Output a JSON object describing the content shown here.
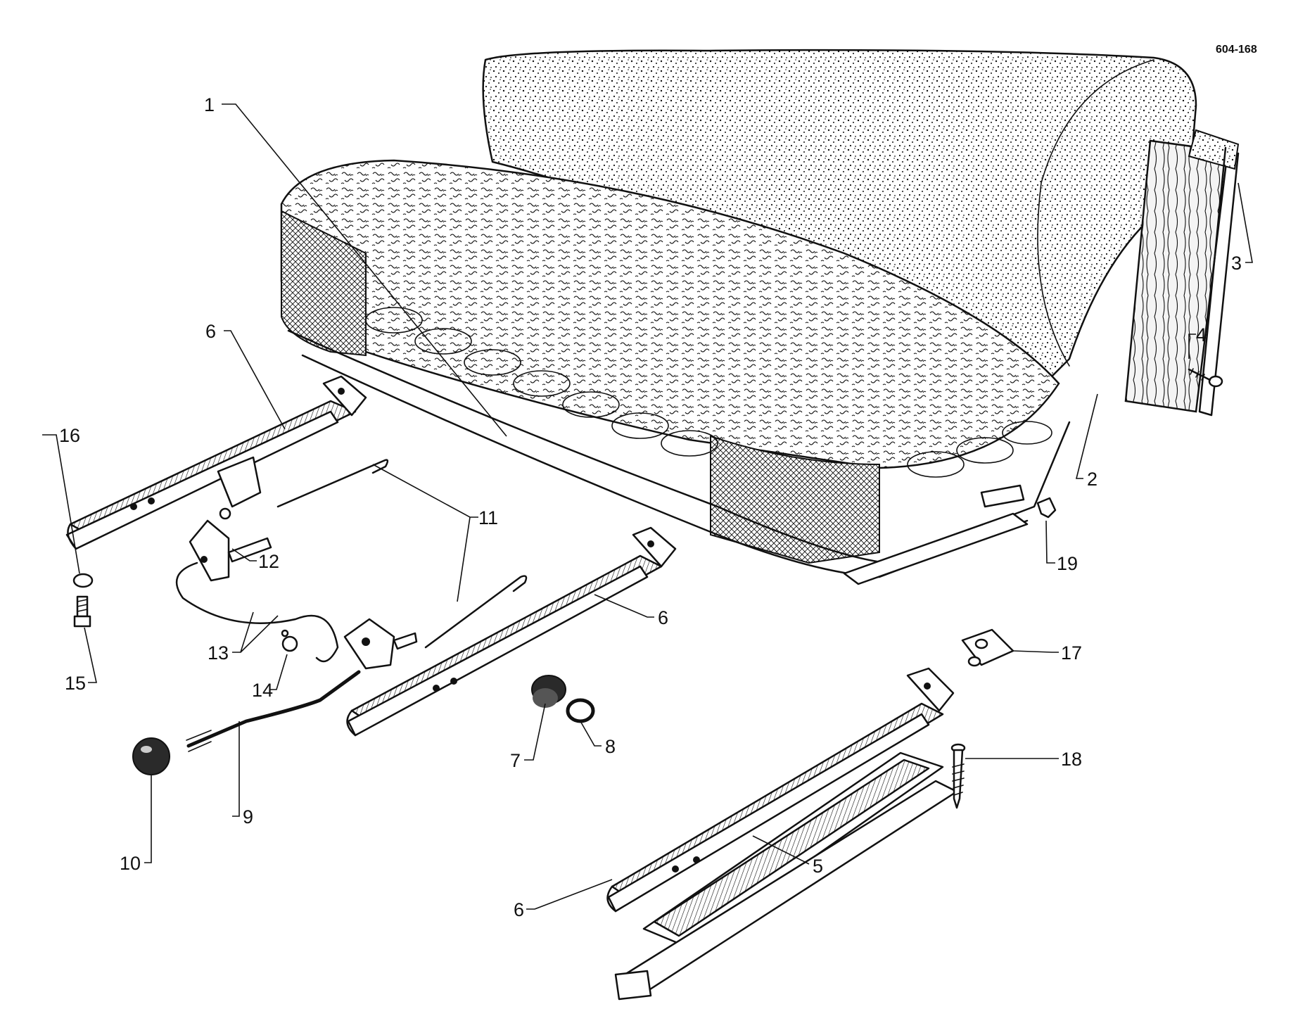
{
  "drawing_code": "604-168",
  "callouts": [
    {
      "id": "1",
      "label": "1"
    },
    {
      "id": "2",
      "label": "2"
    },
    {
      "id": "3",
      "label": "3"
    },
    {
      "id": "4",
      "label": "4"
    },
    {
      "id": "5",
      "label": "5"
    },
    {
      "id": "6a",
      "label": "6"
    },
    {
      "id": "6b",
      "label": "6"
    },
    {
      "id": "6c",
      "label": "6"
    },
    {
      "id": "7",
      "label": "7"
    },
    {
      "id": "8",
      "label": "8"
    },
    {
      "id": "9",
      "label": "9"
    },
    {
      "id": "10",
      "label": "10"
    },
    {
      "id": "11",
      "label": "11"
    },
    {
      "id": "12",
      "label": "12"
    },
    {
      "id": "13",
      "label": "13"
    },
    {
      "id": "14",
      "label": "14"
    },
    {
      "id": "15",
      "label": "15"
    },
    {
      "id": "16",
      "label": "16"
    },
    {
      "id": "17",
      "label": "17"
    },
    {
      "id": "18",
      "label": "18"
    },
    {
      "id": "19",
      "label": "19"
    }
  ]
}
